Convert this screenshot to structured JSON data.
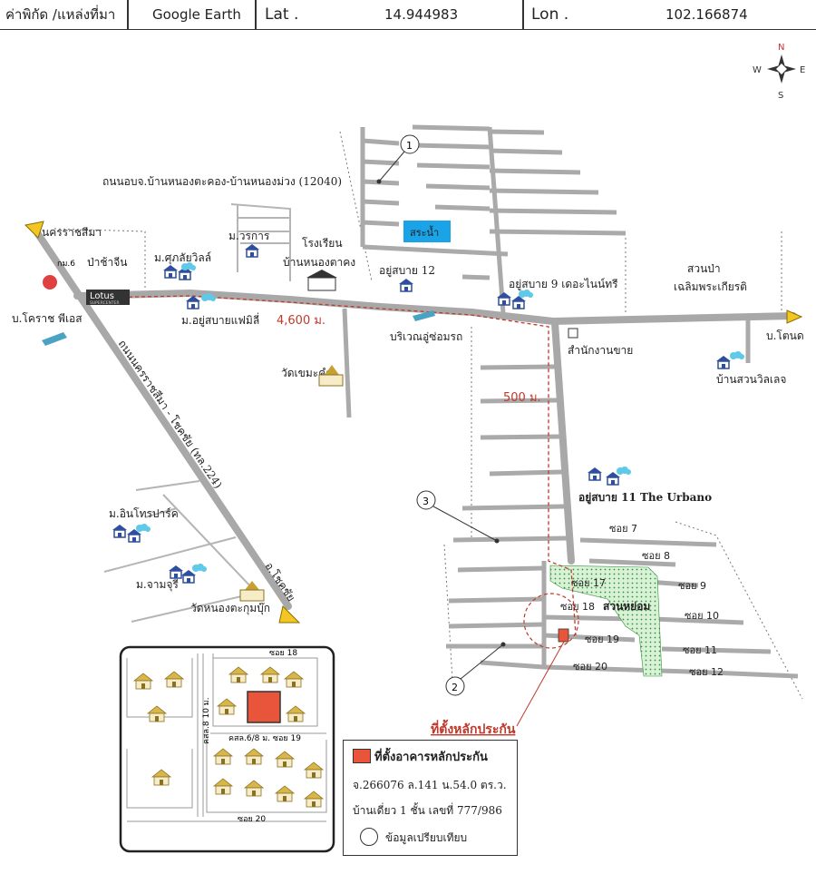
{
  "header": {
    "coord_label": "ค่าพิกัด /แหล่งที่มา",
    "source": "Google Earth",
    "lat_label": "Lat .",
    "lat_value": "14.944983",
    "lon_label": "Lon .",
    "lon_value": "102.166874"
  },
  "compass": {
    "n": "N",
    "s": "S",
    "e": "E",
    "w": "W"
  },
  "labels": {
    "road_top": "ถนนอบจ.บ้านหนองตะคอง-บ้านหนองม่วง (12040)",
    "nakhon": "นครราชสีมา",
    "km6": "กม.6",
    "pachaijin": "ป่าช้าจีน",
    "lotus": "Lotus",
    "lotus_sub": "SUPERCENTER",
    "korat_ps": "บ.โคราช พีเอส",
    "mu_suphalai": "ม.ศุภลัยวิลล์",
    "mu_worakarn": "ม.วรการ",
    "school1": "โรงเรียน",
    "school2": "บ้านหนองตาคง",
    "mu_family": "ม.อยู่สบายแฟมิลี่",
    "dist_4600": "4,600 ม.",
    "yoosabai12": "อยู่สบาย 12",
    "yoosabai9": "อยู่สบาย 9 เดอะไนน์ทรี",
    "pond": "สระน้ำ",
    "park1": "สวนป่า",
    "park2": "เฉลิมพระเกียรติ",
    "baan_tonk": "บ.โตนด",
    "garage": "บริเวณอู่ซ่อมรถ",
    "sales_office": "สำนักงานขาย",
    "wat_khema": "วัดเขมะคำ",
    "dist_500": "500 ม.",
    "baan_suanvilla": "บ้านสวนวิลเลจ",
    "highway": "ถนนนครราชสีมา - โชคชัย (ทล.224)",
    "chokchai": "อ.โชคชัย",
    "mu_inthara": "ม.อินโทรปาร์ค",
    "mu_chamjuri": "ม.จามจุรี",
    "wat_nongtaklum": "วัดหนองตะกุมบุ๊ก",
    "yoosabai11": "อยู่สบาย 11 The Urbano",
    "soi7": "ซอย 7",
    "soi8": "ซอย 8",
    "soi9": "ซอย 9",
    "soi10": "ซอย 10",
    "soi11": "ซอย 11",
    "soi12": "ซอย 12",
    "soi17": "ซอย 17",
    "soi18": "ซอย 18",
    "soi19": "ซอย 19",
    "soi20": "ซอย 20",
    "suan_yom": "สวนหย่อม",
    "collateral_pointer": "ที่ตั้งหลักประกัน",
    "marker1": "1",
    "marker2": "2",
    "marker3": "3"
  },
  "inset": {
    "soi18": "ซอย 18",
    "soi19": "คสล.6/8 ม. ซอย 19",
    "soi20": "ซอย 20",
    "road_side": "คสล.8 10 ม."
  },
  "legend": {
    "title": "ที่ตั้งอาคารหลักประกัน",
    "line1": "จ.266076 ล.141 น.54.0 ตร.ว.",
    "line2": "บ้านเดี่ยว 1 ชั้น เลขที่ 777/986",
    "compare": "ข้อมูลเปรียบเทียบ"
  },
  "colors": {
    "road": "#a8a8a8",
    "property": "#e8553a",
    "water": "#1aa3e6",
    "house": "#2e4f9e",
    "route": "#c0392b",
    "arrow": "#f3c623"
  }
}
